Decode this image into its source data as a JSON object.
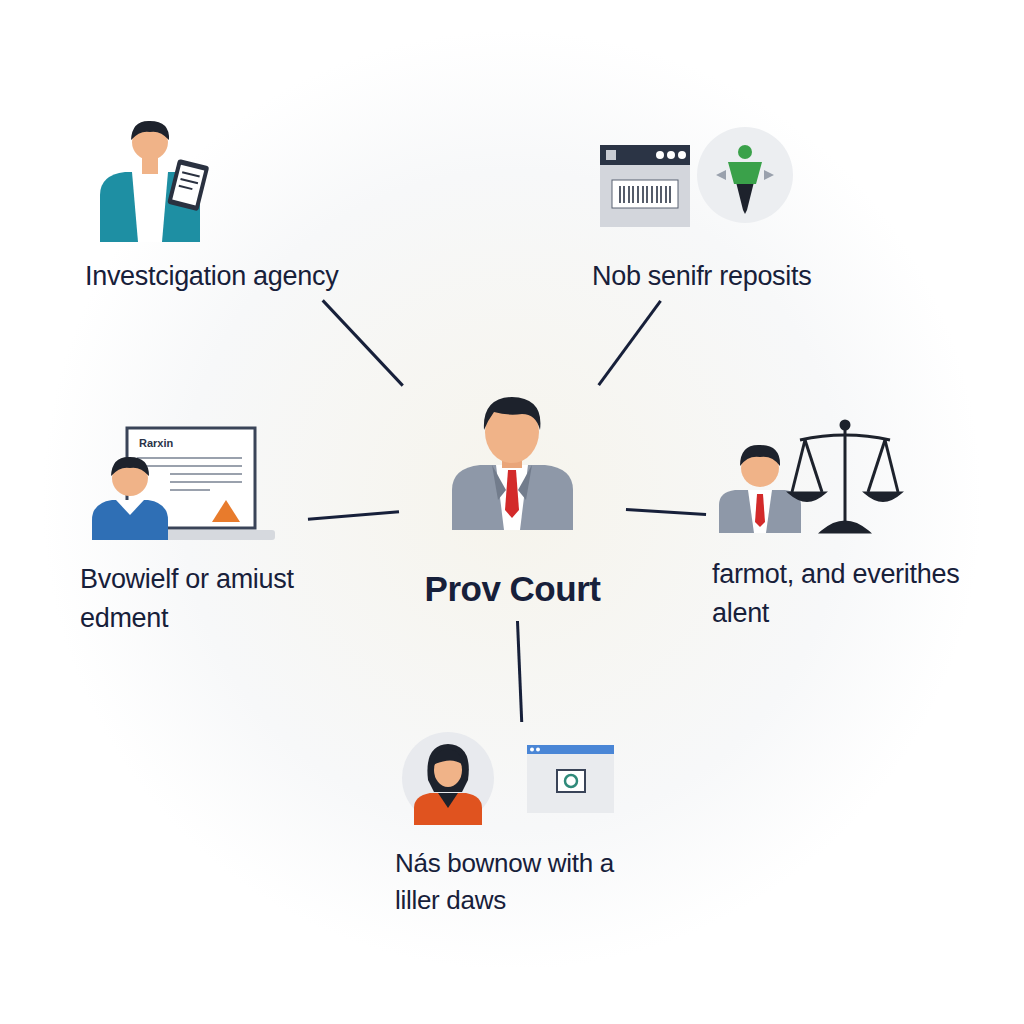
{
  "diagram": {
    "nodes": [
      {
        "text": [
          "Prov Court"
        ]
      },
      {
        "text": [
          "Investcigation agency"
        ]
      },
      {
        "text": [
          "Nob senifr reposits"
        ]
      },
      {
        "text": [
          "Bvowielf or amiust edment"
        ]
      },
      {
        "text": [
          "farmot, and everithes alent"
        ]
      },
      {
        "text": [
          "Nás bownow with a liller daws"
        ]
      }
    ],
    "edges": [
      {
        "from": 0,
        "to": 1,
        "arrow": "none"
      },
      {
        "from": 0,
        "to": 2,
        "arrow": "none"
      },
      {
        "from": 0,
        "to": 3,
        "arrow": "none"
      },
      {
        "from": 0,
        "to": 4,
        "arrow": "none"
      },
      {
        "from": 0,
        "to": 5,
        "arrow": "none"
      }
    ],
    "labels": [
      "Rarxin"
    ]
  }
}
